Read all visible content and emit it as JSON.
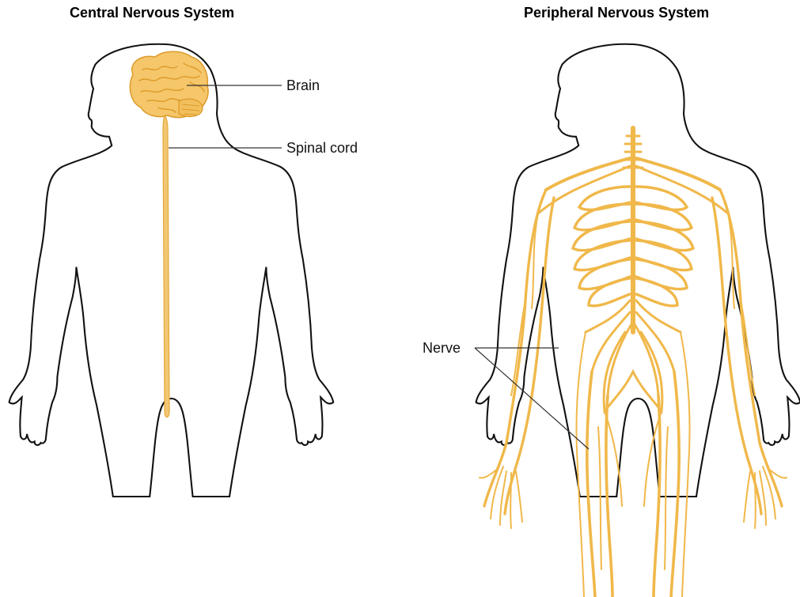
{
  "panels": {
    "left": {
      "title": "Central Nervous System"
    },
    "right": {
      "title": "Peripheral Nervous System"
    }
  },
  "labels": {
    "brain": "Brain",
    "spinal_cord": "Spinal cord",
    "nerve": "Nerve"
  },
  "colors": {
    "nerve": "#f0b84a",
    "nerve_dark": "#dc9a2a",
    "brain_fill": "#f5c66a",
    "outline": "#111111",
    "leader": "#333333"
  }
}
